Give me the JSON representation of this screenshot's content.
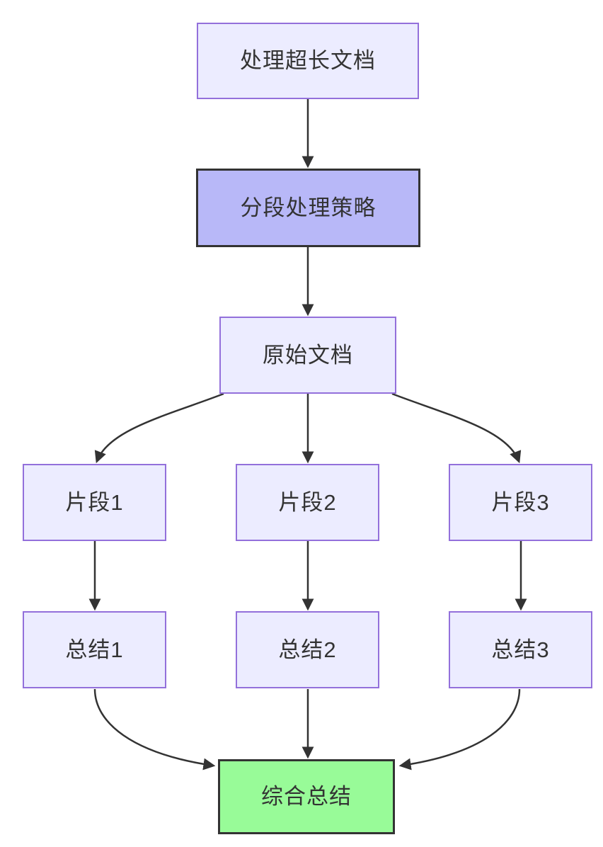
{
  "diagram": {
    "type": "flowchart",
    "direction": "top-down",
    "background_color": "#ffffff",
    "colors": {
      "node_fill": "#ECECFF",
      "node_border": "#9370DB",
      "emphasis_fill": "#B8B8F8",
      "emphasis_border": "#333333",
      "success_fill": "#98FB98",
      "success_border": "#333333",
      "edge_color": "#333333",
      "text_color": "#333333"
    },
    "nodes": [
      {
        "id": "A",
        "label": "处理超长文档",
        "style": "light"
      },
      {
        "id": "B",
        "label": "分段处理策略",
        "style": "emphasis"
      },
      {
        "id": "C",
        "label": "原始文档",
        "style": "light"
      },
      {
        "id": "D1",
        "label": "片段1",
        "style": "light"
      },
      {
        "id": "D2",
        "label": "片段2",
        "style": "light"
      },
      {
        "id": "D3",
        "label": "片段3",
        "style": "light"
      },
      {
        "id": "E1",
        "label": "总结1",
        "style": "light"
      },
      {
        "id": "E2",
        "label": "总结2",
        "style": "light"
      },
      {
        "id": "E3",
        "label": "总结3",
        "style": "light"
      },
      {
        "id": "F",
        "label": "综合总结",
        "style": "success"
      }
    ],
    "edges": [
      {
        "from": "A",
        "to": "B",
        "arrow": "filled-triangle"
      },
      {
        "from": "B",
        "to": "C",
        "arrow": "filled-triangle"
      },
      {
        "from": "C",
        "to": "D1",
        "arrow": "filled-triangle"
      },
      {
        "from": "C",
        "to": "D2",
        "arrow": "filled-triangle"
      },
      {
        "from": "C",
        "to": "D3",
        "arrow": "filled-triangle"
      },
      {
        "from": "D1",
        "to": "E1",
        "arrow": "filled-triangle"
      },
      {
        "from": "D2",
        "to": "E2",
        "arrow": "filled-triangle"
      },
      {
        "from": "D3",
        "to": "E3",
        "arrow": "filled-triangle"
      },
      {
        "from": "E1",
        "to": "F",
        "arrow": "filled-triangle"
      },
      {
        "from": "E2",
        "to": "F",
        "arrow": "filled-triangle"
      },
      {
        "from": "E3",
        "to": "F",
        "arrow": "filled-triangle"
      }
    ]
  }
}
